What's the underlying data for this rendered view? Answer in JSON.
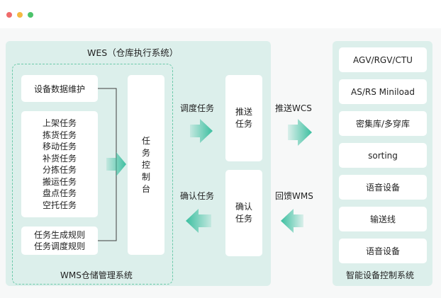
{
  "window": {
    "dots": [
      {
        "name": "close",
        "color": "#ef6b6b"
      },
      {
        "name": "minimize",
        "color": "#f5b942"
      },
      {
        "name": "maximize",
        "color": "#4cc36b"
      }
    ]
  },
  "wes": {
    "title": "WES（仓库执行系统）",
    "wms_label": "WMS仓储管理系统",
    "device_maintenance": "设备数据维护",
    "tasks": [
      "上架任务",
      "拣货任务",
      "移动任务",
      "补货任务",
      "分拣任务",
      "搬运任务",
      "盘点任务",
      "空托任务"
    ],
    "rules": [
      "任务生成规则",
      "任务调度规则"
    ],
    "console": [
      "任",
      "务",
      "控",
      "制",
      "台"
    ],
    "push_box": [
      "推送",
      "任务"
    ],
    "confirm_box": [
      "确认",
      "任务"
    ],
    "dispatch_label": "调度任务",
    "confirm_label": "确认任务"
  },
  "link": {
    "push_wcs": "推送WCS",
    "feedback_wms": "回馈WMS"
  },
  "device_control": {
    "title": "智能设备控制系统",
    "items": [
      "AGV/RGV/CTU",
      "AS/RS Miniload",
      "密集库/多穿库",
      "sorting",
      "语音设备",
      "输送线",
      "语音设备"
    ]
  },
  "colors": {
    "accent": "#3cbfa0",
    "panel": "#dcefeb",
    "dash": "#6bcaa9"
  }
}
